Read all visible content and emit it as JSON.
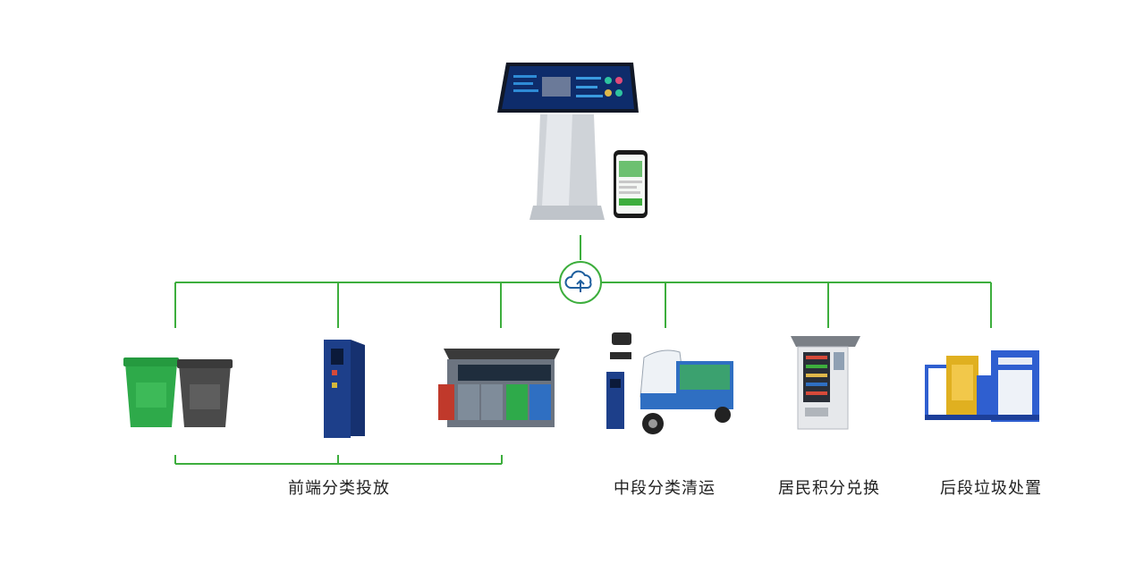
{
  "stages": [
    {
      "id": "front",
      "label": "前端分类投放"
    },
    {
      "id": "mid",
      "label": "中段分类清运"
    },
    {
      "id": "points",
      "label": "居民积分兑换"
    },
    {
      "id": "back",
      "label": "后段垃圾处置"
    }
  ],
  "colors": {
    "line": "#3dae3d",
    "cloud": "#1f5f9e",
    "bin_green": "#2eaa4a",
    "bin_gray": "#4a4a4a",
    "kiosk_screen": "#0e2c6b",
    "navy_device": "#1d3f8a"
  },
  "icons": {
    "hub": "cloud-upload-icon"
  }
}
